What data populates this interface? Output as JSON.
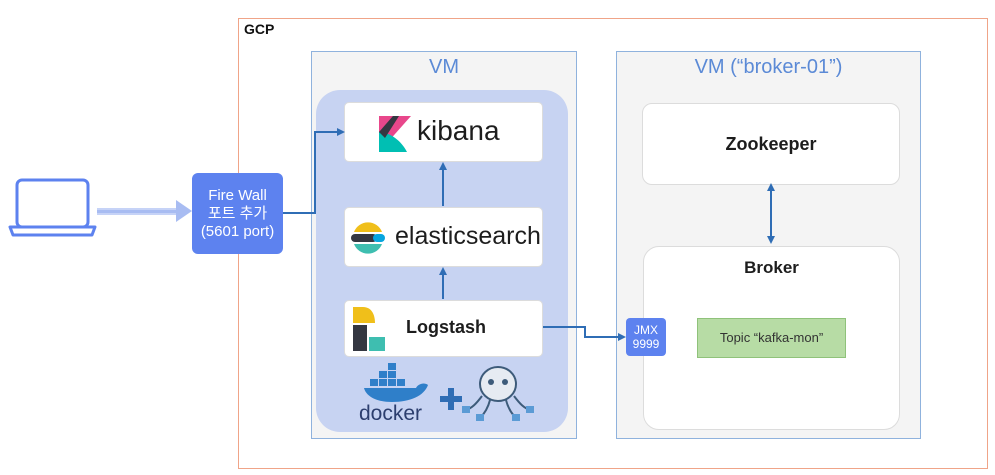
{
  "gcp_label": "GCP",
  "vm1": {
    "title": "VM"
  },
  "vm2": {
    "title": "VM (“broker-01”)"
  },
  "kibana": {
    "label": "kibana"
  },
  "elasticsearch": {
    "label": "elasticsearch"
  },
  "logstash": {
    "label": "Logstash"
  },
  "zookeeper": {
    "label": "Zookeeper"
  },
  "broker": {
    "label": "Broker",
    "topic": "Topic “kafka-mon”"
  },
  "firewall": {
    "line1": "Fire Wall",
    "line2": "포트 추가",
    "line3": "(5601 port)"
  },
  "jmx": {
    "line1": "JMX",
    "line2": "9999"
  },
  "docker": {
    "label": "docker"
  },
  "icons": [
    "laptop-icon",
    "kibana-logo-icon",
    "elasticsearch-logo-icon",
    "logstash-logo-icon",
    "docker-whale-icon",
    "plus-icon",
    "docker-compose-octopus-icon"
  ],
  "colors": {
    "accent": "#5d82ef",
    "vm_border": "#8fb2dd",
    "stack_bg": "#c7d3f2",
    "topic_bg": "#b7dca5",
    "arrow": "#2f6db5",
    "gcp_border": "#f0a488"
  }
}
